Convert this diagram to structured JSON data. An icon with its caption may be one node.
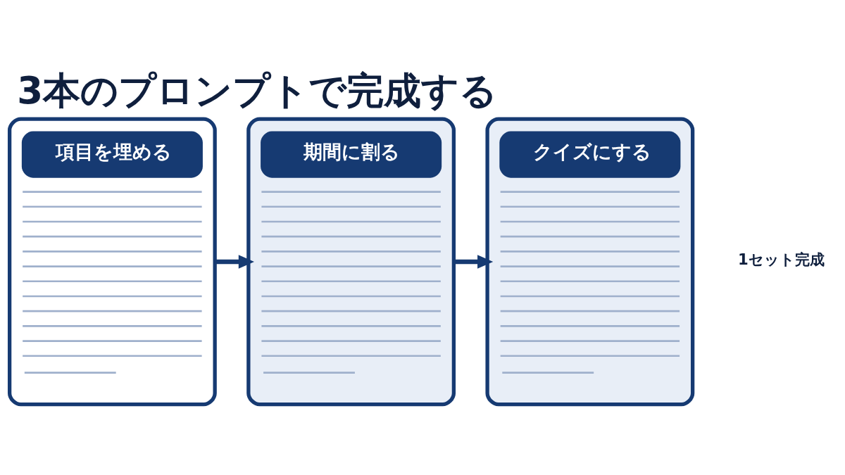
{
  "diagram": {
    "title": "3本のプロンプトで完成する",
    "nodes": [
      {
        "text": [
          "項目を埋める"
        ]
      },
      {
        "text": [
          "期間に割る"
        ]
      },
      {
        "text": [
          "クイズにする"
        ]
      }
    ],
    "edges": [
      {
        "from": 0,
        "to": 1,
        "arrow": "to"
      },
      {
        "from": 1,
        "to": 2,
        "arrow": "to"
      }
    ],
    "labels": [
      "1セット完成"
    ]
  }
}
